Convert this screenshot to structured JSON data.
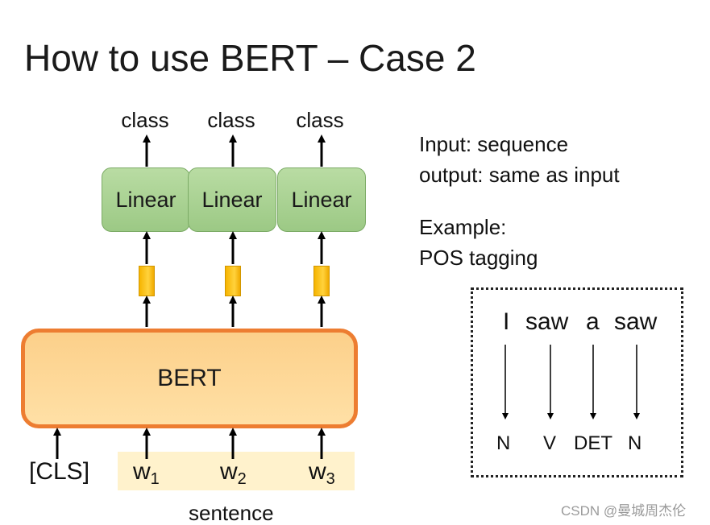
{
  "title": "How to use BERT – Case 2",
  "outputs": [
    "class",
    "class",
    "class"
  ],
  "linear_label": "Linear",
  "bert_label": "BERT",
  "cls_token": "[CLS]",
  "tokens": [
    {
      "base": "w",
      "sub": "1"
    },
    {
      "base": "w",
      "sub": "2"
    },
    {
      "base": "w",
      "sub": "3"
    }
  ],
  "sentence_label": "sentence",
  "description": {
    "line1": "Input: sequence",
    "line2": "output: same as input",
    "line3": "Example:",
    "line4": "POS tagging"
  },
  "pos_example": {
    "words": [
      "I",
      "saw",
      "a",
      "saw"
    ],
    "tags": [
      "N",
      "V",
      "DET",
      "N"
    ]
  },
  "watermark": "CSDN @曼城周杰伦",
  "colors": {
    "bert_border": "#ed7d31",
    "bert_fill": "#fcd08a",
    "linear_fill": "#a9d18e",
    "vector_fill": "#ffc000",
    "sentence_bg": "#fff2cc"
  }
}
